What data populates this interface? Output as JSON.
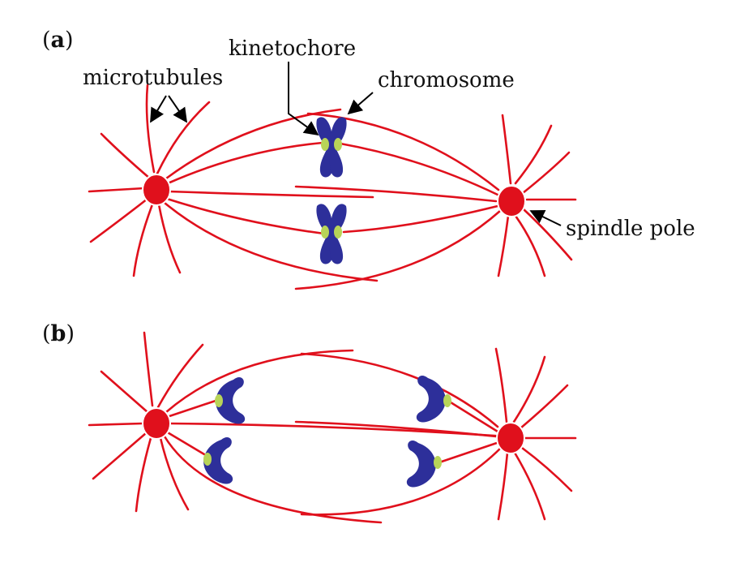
{
  "colors": {
    "microtubule": "#e0101c",
    "pole": "#e0101c",
    "chromosome": "#2d2f9a",
    "kinetochore": "#b8d458",
    "text": "#111111"
  },
  "panels": {
    "a": {
      "open": "(",
      "letter": "a",
      "close": ")"
    },
    "b": {
      "open": "(",
      "letter": "b",
      "close": ")"
    }
  },
  "labels": {
    "microtubules": "microtubules",
    "kinetochore": "kinetochore",
    "chromosome": "chromosome",
    "spindle_pole": "spindle pole"
  }
}
